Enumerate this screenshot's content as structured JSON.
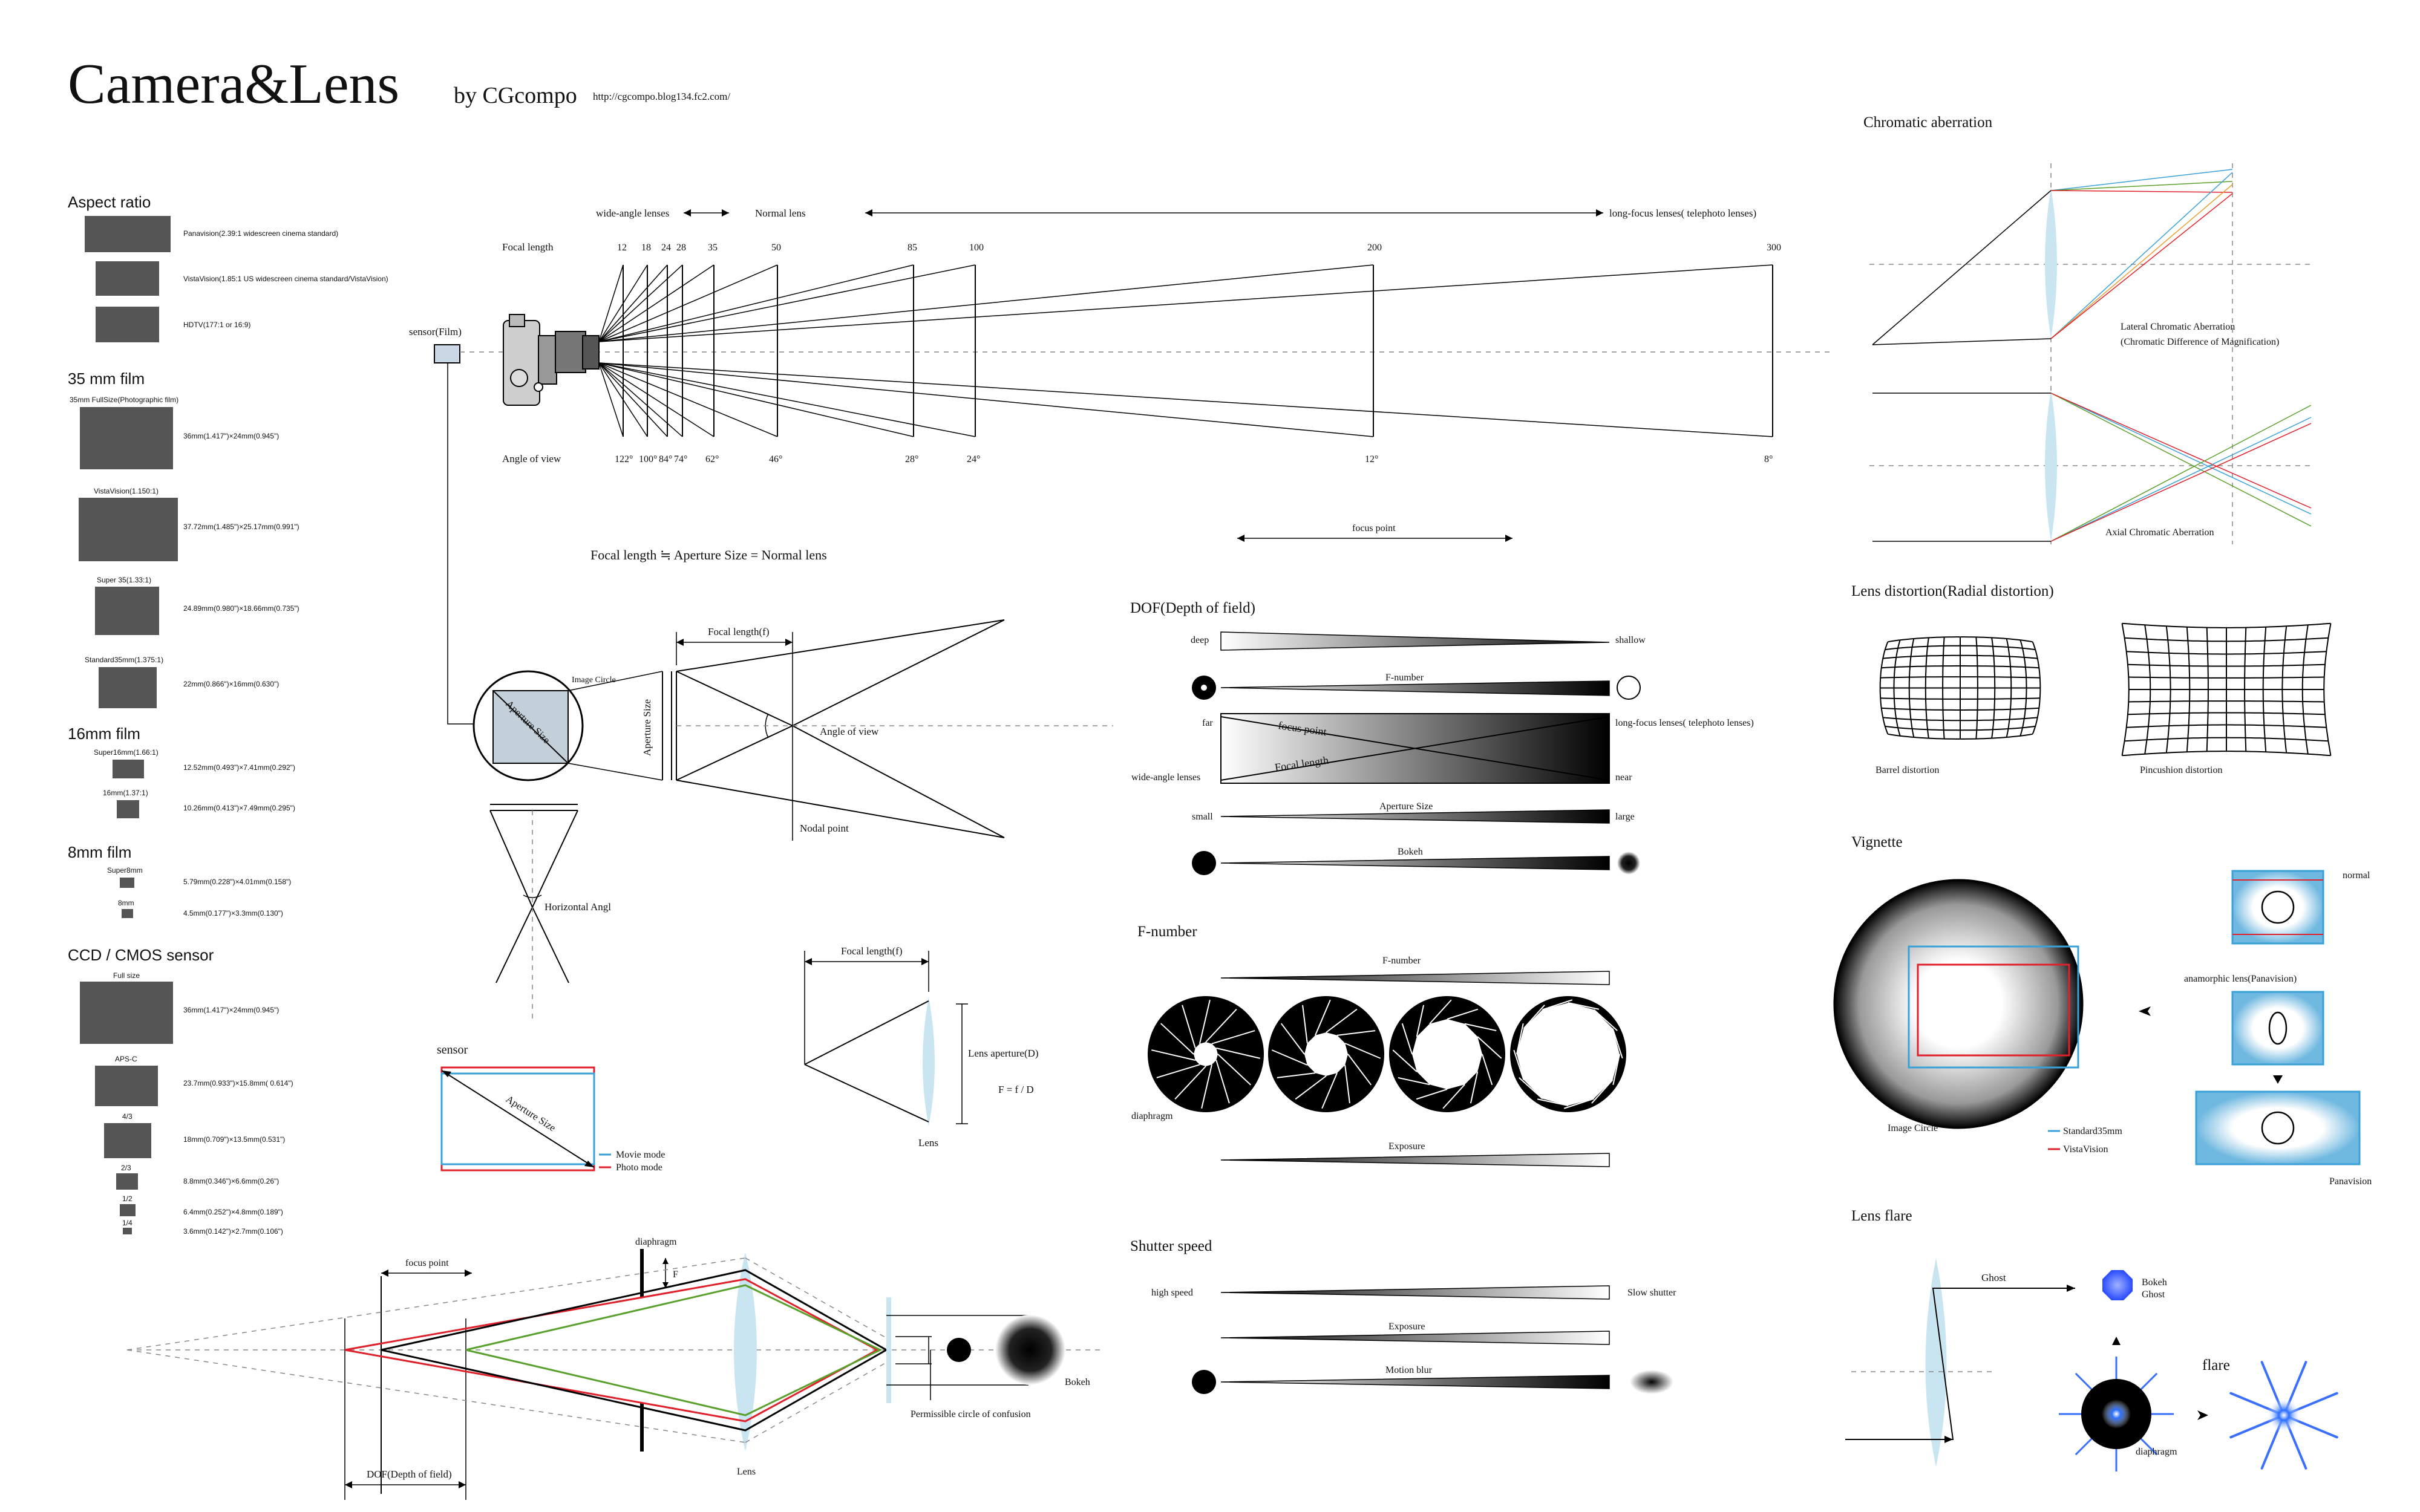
{
  "header": {
    "title": "Camera&Lens",
    "byline": "by CGcompo",
    "url": "http://cgcompo.blog134.fc2.com/"
  },
  "aspect_ratio": {
    "heading": "Aspect ratio",
    "items": [
      "Panavision(2.39:1 widescreen cinema standard)",
      "VistaVision(1.85:1 US widescreen cinema standard/VistaVision)",
      "HDTV(177:1 or 16:9)"
    ]
  },
  "film35": {
    "heading": "35 mm film",
    "items": [
      {
        "label": "35mm FullSize(Photographic film)",
        "size": "36mm(1.417\")×24mm(0.945\")"
      },
      {
        "label": "VistaVision(1.150:1)",
        "size": "37.72mm(1.485\")×25.17mm(0.991\")"
      },
      {
        "label": "Super 35(1.33:1)",
        "size": "24.89mm(0.980\")×18.66mm(0.735\")"
      },
      {
        "label": "Standard35mm(1.375:1)",
        "size": "22mm(0.866\")×16mm(0.630\")"
      }
    ]
  },
  "film16": {
    "heading": "16mm film",
    "items": [
      {
        "label": "Super16mm(1.66:1)",
        "size": "12.52mm(0.493\")×7.41mm(0.292\")"
      },
      {
        "label": "16mm(1.37:1)",
        "size": "10.26mm(0.413\")×7.49mm(0.295\")"
      }
    ]
  },
  "film8": {
    "heading": "8mm film",
    "items": [
      {
        "label": "Super8mm",
        "size": "5.79mm(0.228\")×4.01mm(0.158\")"
      },
      {
        "label": "8mm",
        "size": "4.5mm(0.177\")×3.3mm(0.130\")"
      }
    ]
  },
  "ccd": {
    "heading": "CCD / CMOS sensor",
    "items": [
      {
        "label": "Full size",
        "size": "36mm(1.417\")×24mm(0.945\")"
      },
      {
        "label": "APS-C",
        "size": "23.7mm(0.933\")×15.8mm( 0.614\")"
      },
      {
        "label": "4/3",
        "size": "18mm(0.709\")×13.5mm(0.531\")"
      },
      {
        "label": "2/3",
        "size": "8.8mm(0.346\")×6.6mm(0.26\")"
      },
      {
        "label": "1/2",
        "size": "6.4mm(0.252\")×4.8mm(0.189\")"
      },
      {
        "label": "1/4",
        "size": "3.6mm(0.142\")×2.7mm(0.106\")"
      }
    ]
  },
  "focal": {
    "wide_label": "wide-angle lenses",
    "normal_label": "Normal lens",
    "long_label": "long-focus lenses( telephoto lenses)",
    "focal_length_label": "Focal length",
    "angle_label": "Angle of view",
    "sensor_label": "sensor(Film)",
    "focal_lengths": [
      "12",
      "18",
      "24",
      "28",
      "35",
      "50",
      "85",
      "100",
      "200",
      "300"
    ],
    "angles": [
      "122°",
      "100°",
      "84°",
      "74°",
      "62°",
      "46°",
      "28°",
      "24°",
      "12°",
      "8°"
    ],
    "note": "Focal length ≒ Aperture Size = Normal lens"
  },
  "aperture": {
    "image_circle": "Image Circle",
    "aperture_size": "Aperture Size",
    "focal_length_f": "Focal length(f)",
    "angle_of_view": "Angle of view",
    "nodal_point": "Nodal point",
    "horizontal_angle": "Horizontal Angl"
  },
  "sensor_box": {
    "heading": "sensor",
    "aperture_size": "Aperture Size",
    "movie_mode": "Movie mode",
    "photo_mode": "Photo mode"
  },
  "lens_fig": {
    "focal_length_f": "Focal length(f)",
    "lens_aperture": "Lens aperture(D)",
    "formula": "F = f / D",
    "lens": "Lens"
  },
  "dof_bottom": {
    "focus_point": "focus point",
    "diaphragm": "diaphragm",
    "f_label": "F",
    "lens": "Lens",
    "dof": "DOF(Depth of field)",
    "coc": "Permissible circle of confusion",
    "bokeh": "Bokeh"
  },
  "dof": {
    "focus_point": "focus point",
    "heading": "DOF(Depth of field)",
    "deep": "deep",
    "shallow": "shallow",
    "f_number": "F-number",
    "far": "far",
    "near": "near",
    "long_lens": "long-focus lenses( telephoto lenses)",
    "wide_lens": "wide-angle lenses",
    "focus_point_diag": "focus point",
    "focal_length_diag": "Focal length",
    "small": "small",
    "large": "large",
    "aperture_size": "Aperture Size",
    "bokeh": "Bokeh"
  },
  "fnumber": {
    "heading": "F-number",
    "f_number": "F-number",
    "diaphragm": "diaphragm",
    "exposure": "Exposure"
  },
  "shutter": {
    "heading": "Shutter speed",
    "high": "high speed",
    "slow": "Slow shutter",
    "exposure": "Exposure",
    "motion_blur": "Motion blur"
  },
  "chromatic": {
    "heading": "Chromatic aberration",
    "lateral1": "Lateral Chromatic Aberration",
    "lateral2": "(Chromatic Difference of Magnification)",
    "axial": "Axial Chromatic Aberration"
  },
  "distortion": {
    "heading": "Lens distortion(Radial distortion)",
    "barrel": "Barrel distortion",
    "pincushion": "Pincushion distortion"
  },
  "vignette": {
    "heading": "Vignette",
    "image_circle": "Image Circle",
    "standard": "Standard35mm",
    "vista": "VistaVision",
    "normal": "normal",
    "anamorphic": "anamorphic lens(Panavision)",
    "panavision": "Panavision"
  },
  "flare": {
    "heading": "Lens flare",
    "ghost": "Ghost",
    "bokeh1": "Bokeh",
    "bokeh2": "Ghost",
    "flare": "flare",
    "diaphragm": "diaphragm"
  },
  "colors": {
    "lens": "#c9e5f2",
    "red": "#e0202a",
    "green": "#5aa02c",
    "blue": "#3aa0d8",
    "film": "#555555"
  }
}
